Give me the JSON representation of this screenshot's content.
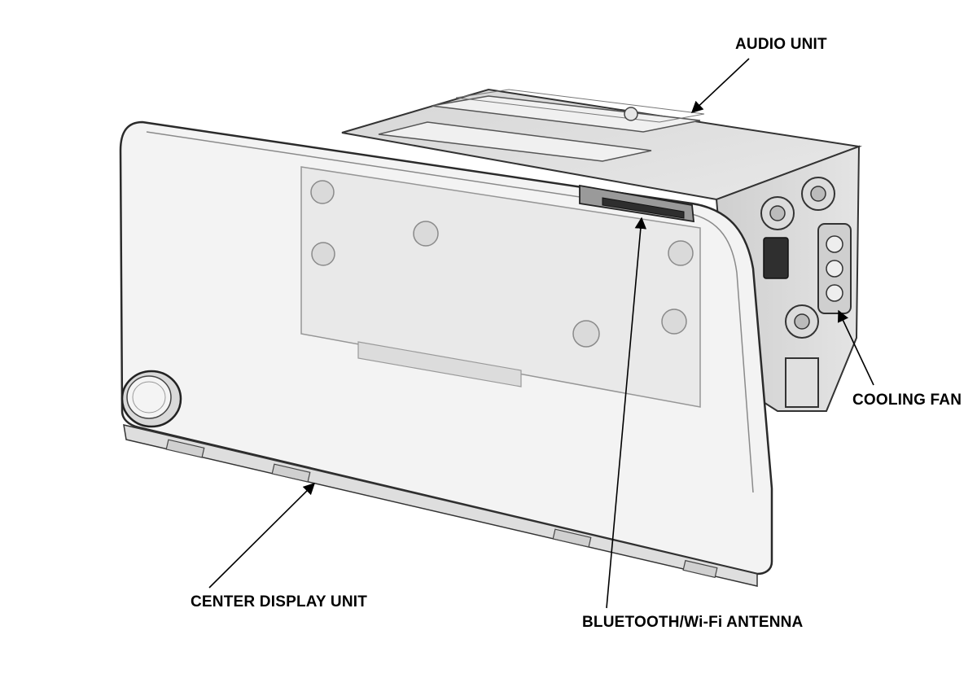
{
  "diagram": {
    "callouts": {
      "audio_unit": "AUDIO UNIT",
      "cooling_fan": "COOLING FAN",
      "center_display_unit": "CENTER DISPLAY UNIT",
      "bluetooth_wifi_antenna": "BLUETOOTH/Wi-Fi ANTENNA"
    },
    "colors": {
      "outline": "#333333",
      "panel_fill": "#f2f2f2",
      "housing_fill": "#e2e2e2",
      "housing_dark": "#bdbdbd",
      "leader": "#000000"
    }
  }
}
